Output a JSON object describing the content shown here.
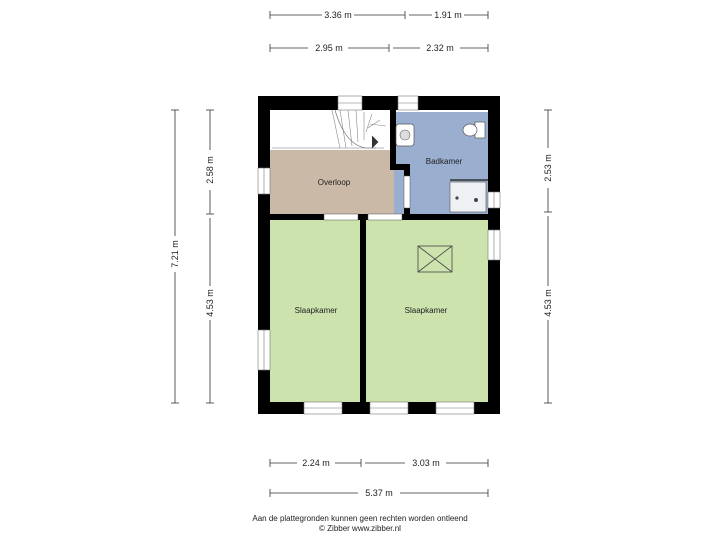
{
  "dimensions": {
    "top_row1": [
      "3.36 m",
      "1.91 m"
    ],
    "top_row2": [
      "2.95 m",
      "2.32 m"
    ],
    "bottom_row1": [
      "2.24 m",
      "3.03 m"
    ],
    "bottom_total": "5.37 m",
    "left_total": "7.21 m",
    "left_upper": "2.58 m",
    "left_lower": "4.53 m",
    "right_upper": "2.53 m",
    "right_lower": "4.53 m"
  },
  "rooms": {
    "overloop": "Overloop",
    "badkamer": "Badkamer",
    "slaapkamer_left": "Slaapkamer",
    "slaapkamer_right": "Slaapkamer"
  },
  "footer": {
    "line1": "Aan de plattegronden kunnen geen rechten worden ontleend",
    "line2": "© Zibber www.zibber.nl"
  },
  "colors": {
    "wall": "#000000",
    "landing": "#c9b9a6",
    "bathroom": "#9aaed0",
    "bedroom": "#cde3ae",
    "dim_line": "#333333"
  }
}
